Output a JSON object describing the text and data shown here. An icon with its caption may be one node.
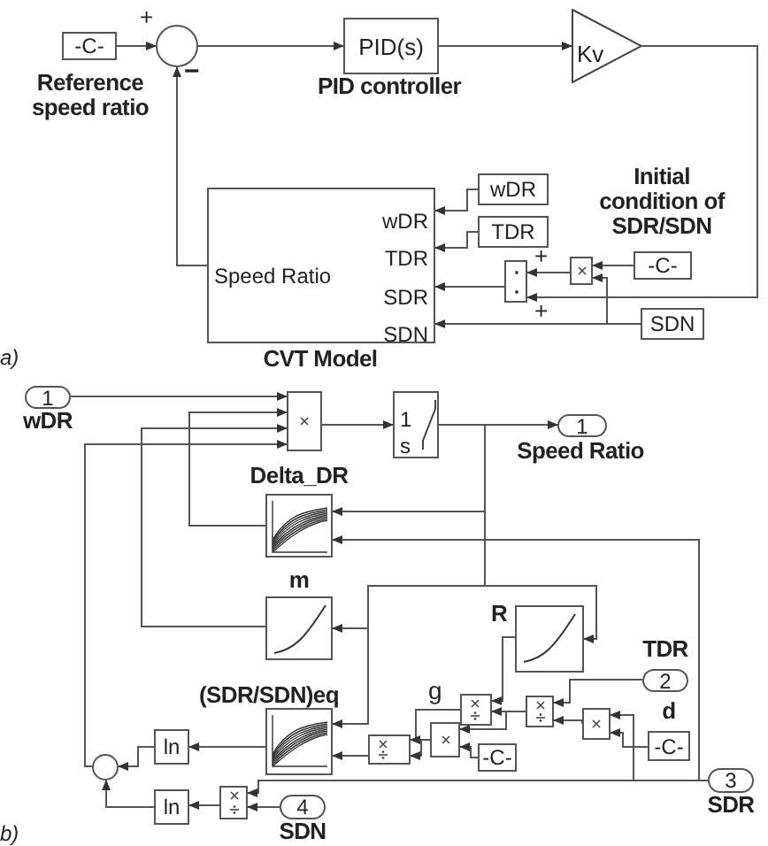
{
  "diagram": {
    "nodes": [
      {
        "text": [
          "-C-"
        ],
        "beside": [
          "Reference speed ratio"
        ]
      },
      {
        "text": [],
        "shape": "circle"
      },
      {
        "text": [
          "PID(s)"
        ],
        "beside": [
          "PID controller"
        ]
      },
      {
        "text": [
          "Kv"
        ]
      },
      {
        "text": [
          "Speed Ratio",
          "wDR",
          "TDR",
          "SDR",
          "SDN"
        ],
        "beside": [
          "CVT Model"
        ]
      },
      {
        "text": [
          "wDR"
        ]
      },
      {
        "text": [
          "TDR"
        ]
      },
      {
        "text": [],
        "shape": "box"
      },
      {
        "text": [],
        "shape": "box"
      },
      {
        "text": [
          "-C-"
        ],
        "beside": [
          "Initial condition of SDR/SDN"
        ]
      },
      {
        "text": [
          "SDN"
        ]
      },
      {
        "text": [
          "1"
        ],
        "beside": [
          "wDR"
        ]
      },
      {
        "text": [],
        "shape": "box"
      },
      {
        "text": [
          "1",
          "s"
        ]
      },
      {
        "text": [
          "1"
        ],
        "beside": [
          "Speed Ratio"
        ]
      },
      {
        "text": [],
        "shape": "box",
        "beside": [
          "Delta_DR"
        ]
      },
      {
        "text": [],
        "shape": "box",
        "beside": [
          "m"
        ]
      },
      {
        "text": [],
        "shape": "box",
        "beside": [
          "R"
        ]
      },
      {
        "text": [],
        "shape": "box",
        "beside": [
          "(SDR/SDN)eq"
        ]
      },
      {
        "text": [
          "2"
        ],
        "beside": [
          "TDR"
        ]
      },
      {
        "text": [
          "-C-"
        ],
        "beside": [
          "d"
        ]
      },
      {
        "text": [
          "3"
        ],
        "beside": [
          "SDR"
        ]
      },
      {
        "text": [
          "4"
        ],
        "beside": [
          "SDN"
        ]
      },
      {
        "text": [
          "ln"
        ]
      },
      {
        "text": [
          "ln"
        ]
      },
      {
        "text": [],
        "shape": "circle"
      },
      {
        "text": [],
        "shape": "box"
      },
      {
        "text": [],
        "shape": "box"
      },
      {
        "text": [],
        "shape": "box"
      },
      {
        "text": [
          "-C-"
        ]
      },
      {
        "text": [],
        "shape": "box"
      },
      {
        "text": [],
        "shape": "box"
      },
      {
        "text": [],
        "shape": "box"
      }
    ],
    "edges": [
      {
        "from": 0,
        "to": 1,
        "arrow": "to"
      },
      {
        "from": 1,
        "to": 2,
        "arrow": "to"
      },
      {
        "from": 2,
        "to": 3,
        "arrow": "to"
      },
      {
        "from": 3,
        "to": 7,
        "arrow": "to"
      },
      {
        "from": 9,
        "to": 8,
        "arrow": "to"
      },
      {
        "from": 10,
        "to": 8,
        "arrow": "to"
      },
      {
        "from": 8,
        "to": 7,
        "arrow": "to"
      },
      {
        "from": 7,
        "to": 4,
        "arrow": "to"
      },
      {
        "from": 10,
        "to": 4,
        "arrow": "to"
      },
      {
        "from": 5,
        "to": 4,
        "arrow": "to"
      },
      {
        "from": 6,
        "to": 4,
        "arrow": "to"
      },
      {
        "from": 4,
        "to": 1,
        "arrow": "to"
      },
      {
        "from": 11,
        "to": 12,
        "arrow": "to"
      },
      {
        "from": 12,
        "to": 13,
        "arrow": "to"
      },
      {
        "from": 13,
        "to": 14,
        "arrow": "to"
      },
      {
        "from": 13,
        "to": 15,
        "arrow": "to"
      },
      {
        "from": 13,
        "to": 16,
        "arrow": "to"
      },
      {
        "from": 13,
        "to": 18,
        "arrow": "to"
      },
      {
        "from": 13,
        "to": 17,
        "arrow": "to"
      },
      {
        "from": 21,
        "to": 15,
        "arrow": "to"
      },
      {
        "from": 15,
        "to": 12,
        "arrow": "to"
      },
      {
        "from": 16,
        "to": 12,
        "arrow": "to"
      },
      {
        "from": 25,
        "to": 12,
        "arrow": "to"
      },
      {
        "from": 17,
        "to": 30,
        "arrow": "to"
      },
      {
        "from": 30,
        "to": 27,
        "arrow": "to"
      },
      {
        "from": 28,
        "to": 27,
        "arrow": "to"
      },
      {
        "from": 29,
        "to": 28,
        "arrow": "to"
      },
      {
        "from": 31,
        "to": 30,
        "arrow": "to"
      },
      {
        "from": 31,
        "to": 28,
        "arrow": "to"
      },
      {
        "from": 32,
        "to": 31,
        "arrow": "to"
      },
      {
        "from": 19,
        "to": 31,
        "arrow": "to"
      },
      {
        "from": 20,
        "to": 32,
        "arrow": "to"
      },
      {
        "from": 21,
        "to": 32,
        "arrow": "to"
      },
      {
        "from": 21,
        "to": 26,
        "arrow": "to"
      },
      {
        "from": 22,
        "to": 26,
        "arrow": "to"
      },
      {
        "from": 26,
        "to": 24,
        "arrow": "to"
      },
      {
        "from": 18,
        "to": 23,
        "arrow": "to"
      },
      {
        "from": 27,
        "to": 18,
        "arrow": "to"
      },
      {
        "from": 23,
        "to": 25,
        "arrow": "to"
      },
      {
        "from": 24,
        "to": 25,
        "arrow": "to"
      }
    ],
    "labels": [
      "+",
      "−",
      "+",
      "+",
      "a)",
      "g",
      "b)"
    ]
  }
}
